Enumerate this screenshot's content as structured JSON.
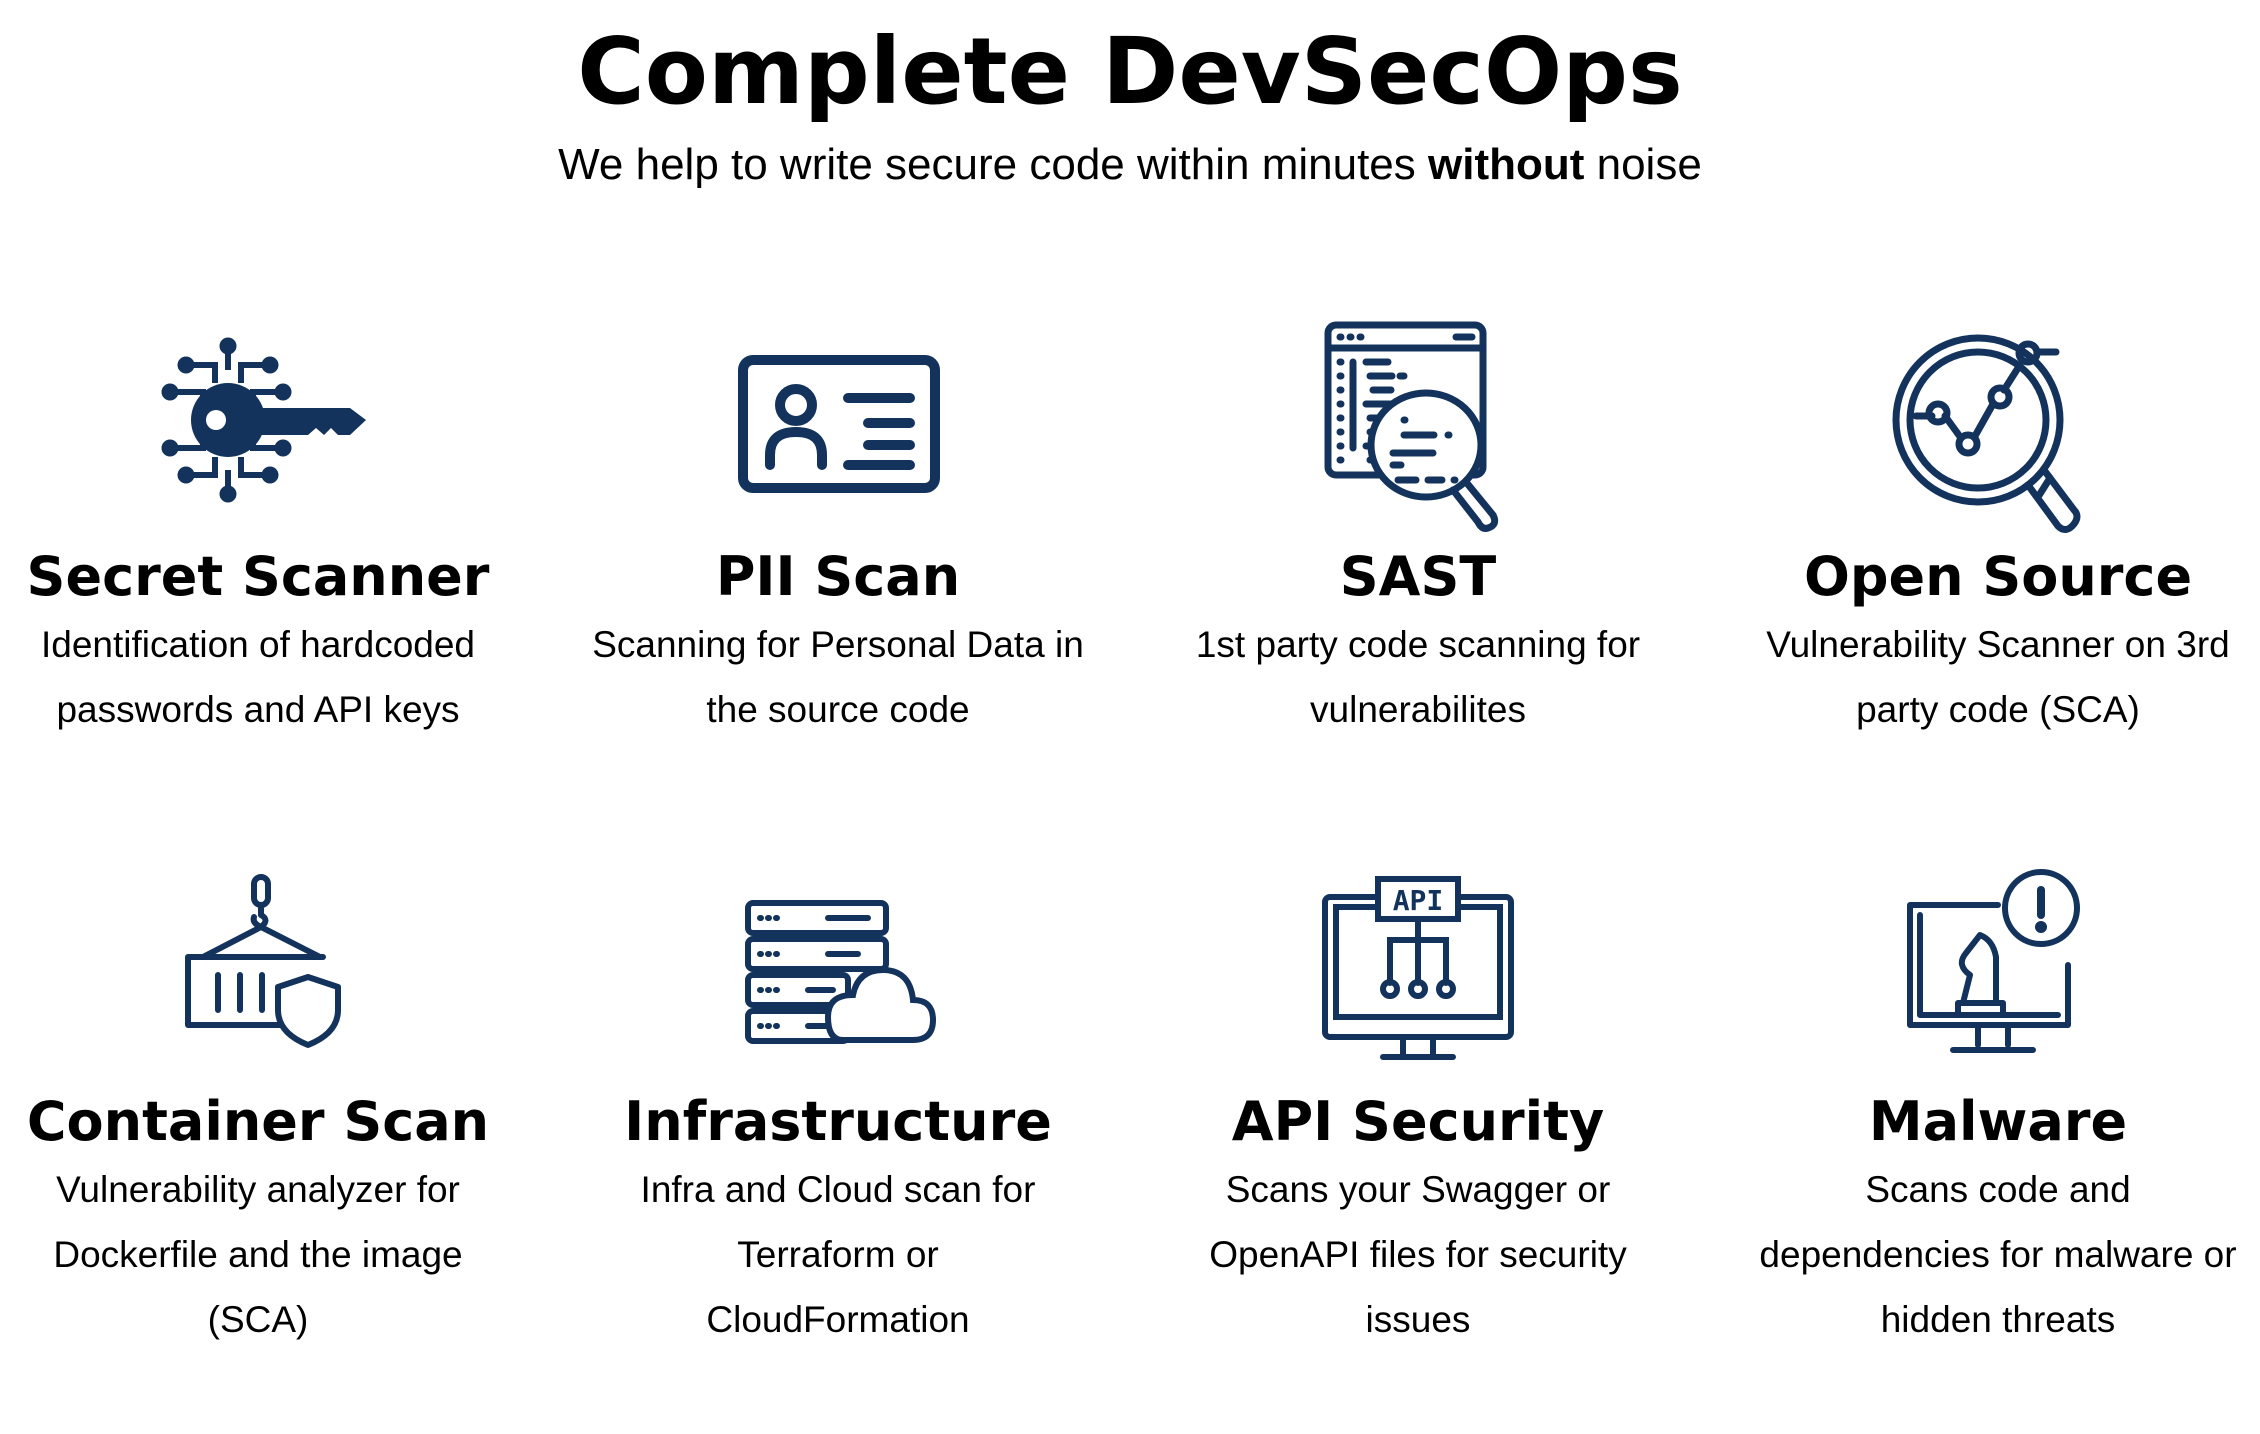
{
  "header": {
    "title": "Complete DevSecOps",
    "subtitle_pre": "We help to write secure code within minutes ",
    "subtitle_bold": "without",
    "subtitle_post": " noise"
  },
  "colors": {
    "icon": "#13335c",
    "text": "#000000"
  },
  "features": [
    {
      "icon": "key-circuit-icon",
      "title": "Secret Scanner",
      "lines": [
        "Identification of hardcoded",
        "passwords and API keys"
      ]
    },
    {
      "icon": "id-card-icon",
      "title": "PII Scan",
      "lines": [
        "Scanning for Personal Data in",
        "the source code"
      ]
    },
    {
      "icon": "code-magnifier-icon",
      "title": "SAST",
      "lines": [
        "1st party code scanning for",
        "vulnerabilites"
      ]
    },
    {
      "icon": "analytics-magnifier-icon",
      "title": "Open Source",
      "lines": [
        "Vulnerability Scanner on 3rd",
        "party code (SCA)"
      ]
    },
    {
      "icon": "container-shield-icon",
      "title": "Container Scan",
      "lines": [
        "Vulnerability analyzer for",
        "Dockerfile and the image",
        "(SCA)"
      ]
    },
    {
      "icon": "server-cloud-icon",
      "title": "Infrastructure",
      "lines": [
        "Infra and Cloud scan for",
        "Terraform or",
        "CloudFormation"
      ]
    },
    {
      "icon": "api-monitor-icon",
      "title": "API Security",
      "lines": [
        "Scans your Swagger or",
        "OpenAPI files for security",
        "issues"
      ]
    },
    {
      "icon": "malware-alert-icon",
      "title": "Malware",
      "lines": [
        "Scans code and",
        "dependencies for malware or",
        "hidden threats"
      ]
    }
  ]
}
